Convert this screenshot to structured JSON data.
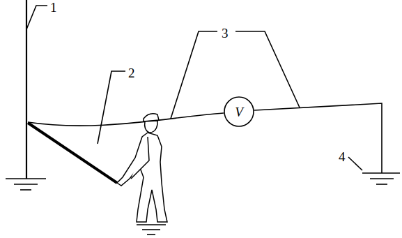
{
  "diagram": {
    "nodes": [
      {
        "text": [
          "V"
        ]
      }
    ],
    "labels": [
      "1",
      "2",
      "3",
      "4"
    ]
  }
}
